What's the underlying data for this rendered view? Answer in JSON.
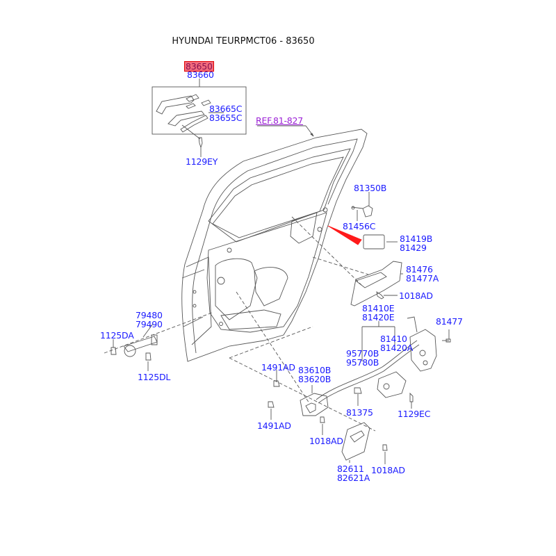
{
  "title": "HYUNDAI TEURPMCT06 - 83650",
  "highlighted_part": "83650",
  "colors": {
    "label": "#1a1aff",
    "reference": "#9b1fd6",
    "highlight_fill": "#f26d7d",
    "highlight_border": "#e00000",
    "arrow": "#ff0000"
  },
  "labels": {
    "p83650": "83650",
    "p83660": "83660",
    "p83665C": "83665C",
    "p83655C": "83655C",
    "p1129EY": "1129EY",
    "ref": "REF.81-827",
    "p81350B": "81350B",
    "p81456C": "81456C",
    "p81419B": "81419B",
    "p81429": "81429",
    "p81476": "81476",
    "p81477A": "81477A",
    "p1018AD_a": "1018AD",
    "p81410E": "81410E",
    "p81420E": "81420E",
    "p81477": "81477",
    "p81410": "81410",
    "p81420A": "81420A",
    "p95770B": "95770B",
    "p95780B": "95780B",
    "p79480": "79480",
    "p79490": "79490",
    "p1125DA": "1125DA",
    "p1125DL": "1125DL",
    "p1491AD_a": "1491AD",
    "p83610B": "83610B",
    "p83620B": "83620B",
    "p81375": "81375",
    "p1129EC": "1129EC",
    "p1491AD_b": "1491AD",
    "p1018AD_b": "1018AD",
    "p82611": "82611",
    "p82621A": "82621A",
    "p1018AD_c": "1018AD"
  }
}
